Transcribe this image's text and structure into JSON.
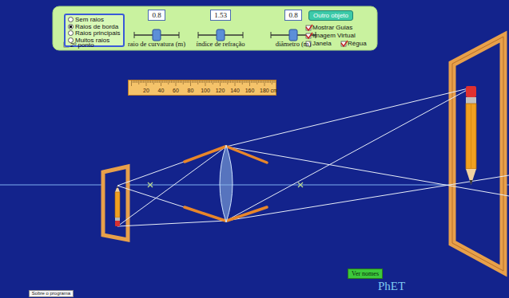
{
  "diagram": {
    "nodes": [
      {
        "text": [
          "Sem raios",
          "Raios de borda",
          "Raios principais",
          "Muitos raios"
        ]
      },
      {
        "text": [
          "0.8"
        ]
      },
      {
        "text": [
          "1.53"
        ]
      },
      {
        "text": [
          "0.8"
        ]
      },
      {
        "text": [
          "Outro objeto"
        ]
      },
      {
        "text": [
          "20",
          "40",
          "60",
          "80",
          "100",
          "120",
          "140",
          "160",
          "180 cm"
        ]
      },
      {
        "text": [
          "Ver nomes"
        ]
      },
      {
        "text": [
          "Sobre o programa"
        ]
      }
    ],
    "labels": [
      "2º ponto",
      "raio de curvatura (m)",
      "índice de refração",
      "diâmetro (m)",
      "Mostrar Guias",
      "Imagem Virtual",
      "Janela",
      "Régua",
      "PhET"
    ]
  }
}
